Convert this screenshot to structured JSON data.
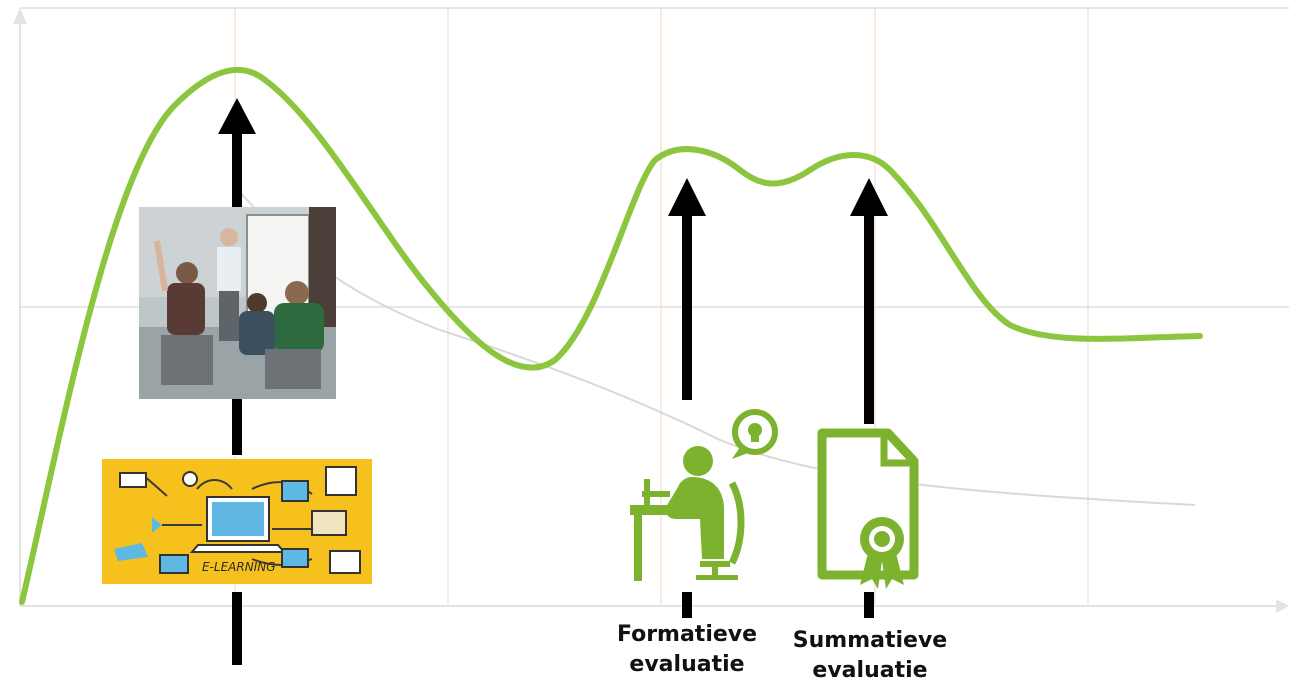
{
  "colors": {
    "curve": "#8cc63f",
    "icon": "#7db22e",
    "arrow": "#000000",
    "grid_h": "#e6e6e6",
    "grid_v": "#fbe2d4",
    "decay": "#d9d9d9",
    "axis": "#e3e3e3",
    "elearning_bg": "#f7c11d"
  },
  "icons": {
    "classroom": "classroom-photo-icon",
    "elearning": "e-learning-illustration-icon",
    "formative": "student-at-desk-icon",
    "summative": "certificate-icon"
  },
  "elearning_text": "E-LEARNING",
  "labels": {
    "formative": [
      "Formatieve",
      "evaluatie"
    ],
    "summative": [
      "Summatieve",
      "evaluatie"
    ]
  }
}
